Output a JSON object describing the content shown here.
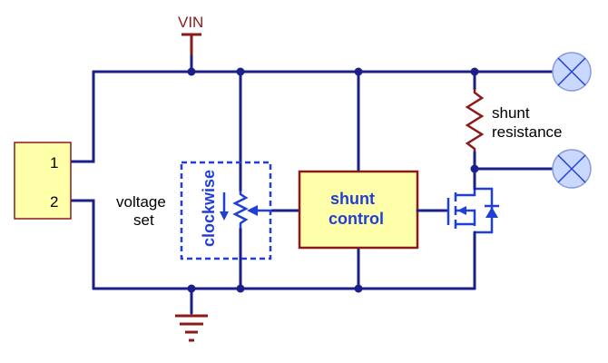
{
  "power": {
    "label": "VIN",
    "color": "#8b1a1a"
  },
  "connector": {
    "pin1": "1",
    "pin2": "2",
    "fill": "#ffffaa"
  },
  "labels": {
    "voltage_set": [
      "voltage",
      "set"
    ],
    "clockwise": "clockwise",
    "shunt_control": [
      "shunt",
      "control"
    ],
    "shunt_resistance": [
      "shunt",
      "resistance"
    ]
  },
  "icons": {
    "ground": "ground-icon",
    "potentiometer": "potentiometer-icon",
    "resistor": "resistor-icon",
    "mosfet": "mosfet-icon",
    "lamp": "lamp-icon"
  },
  "colors": {
    "wire": "#1a1f8c",
    "accent": "#1f3fd6",
    "block_fill": "#ffffaa",
    "block_border": "#8b1a1a"
  }
}
